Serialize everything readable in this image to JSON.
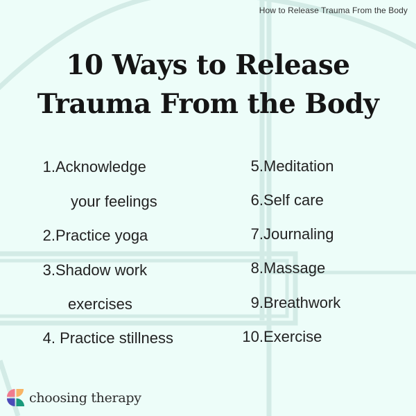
{
  "header": {
    "caption": "How to Release Trauma From the Body"
  },
  "title": {
    "line1": "10 Ways to Release",
    "line2": "Trauma From the Body"
  },
  "list": {
    "left": [
      {
        "number": "1.",
        "text": "Acknowledge",
        "continuation": "your feelings"
      },
      {
        "number": "2.",
        "text": "Practice yoga"
      },
      {
        "number": "3.",
        "text": "Shadow work",
        "continuation": "exercises"
      },
      {
        "number": "4.",
        "text": " Practice stillness"
      }
    ],
    "right": [
      {
        "number": "5.",
        "text": "Meditation"
      },
      {
        "number": "6.",
        "text": "Self care"
      },
      {
        "number": "7.",
        "text": "Journaling"
      },
      {
        "number": "8.",
        "text": "Massage"
      },
      {
        "number": "9.",
        "text": "Breathwork"
      },
      {
        "number": "10.",
        "text": "Exercise"
      }
    ]
  },
  "brand": {
    "name": "choosing therapy",
    "logo_icon": "choosing-therapy-logo-icon",
    "logo_colors": {
      "top_left": "#f07b8e",
      "top_right": "#f7b465",
      "bottom_left": "#4b4bb8",
      "bottom_right": "#1a9a7c"
    }
  },
  "colors": {
    "background": "#edfdf9",
    "decor_lines": "#d3ebe6",
    "text": "#222222",
    "title": "#151515"
  }
}
